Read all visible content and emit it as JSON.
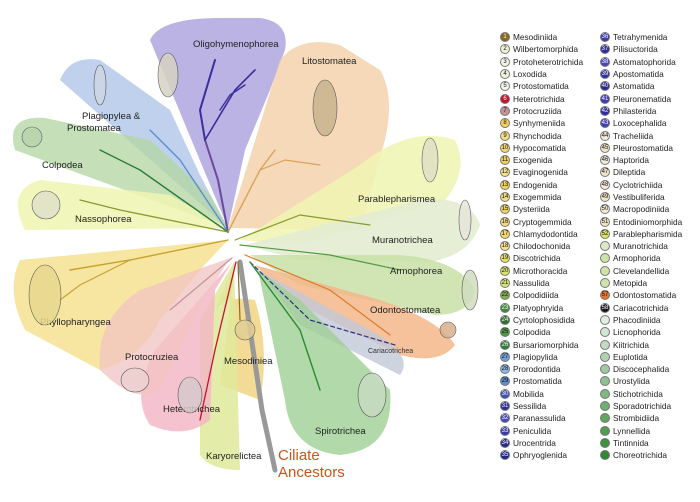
{
  "clades": {
    "oligohymenophorea": "Oligohymenophorea",
    "litostomatea": "Litostomatea",
    "plagiopylea": "Plagiopylea &",
    "prostomatea": "Prostomatea",
    "colpodea": "Colpodea",
    "nassophorea": "Nassophorea",
    "parablepharismea": "Parablepharismea",
    "muranotrichea": "Muranotrichea",
    "armophorea": "Armophorea",
    "odontostomatea": "Odontostomatea",
    "phyllopharyngea": "Phyllopharyngea",
    "protocruziea": "Protocruziea",
    "mesodiniea": "Mesodiniea",
    "cariacotrichea": "Cariacotrichea",
    "heterotrichea": "Heterotrichea",
    "karyorelictea": "Karyorelictea",
    "spirotrichea": "Spirotrichea"
  },
  "ancestors_line1": "Ciliate",
  "ancestors_line2": "Ancestors",
  "legend_left": [
    {
      "n": "1",
      "label": "Mesodiniida",
      "color": "#8a6a1c"
    },
    {
      "n": "2",
      "label": "Wilbertomorphida",
      "color": "#eef3d6"
    },
    {
      "n": "3",
      "label": "Protoheterotrichida",
      "color": "#f2f4e8"
    },
    {
      "n": "4",
      "label": "Loxodida",
      "color": "#eff3dc"
    },
    {
      "n": "5",
      "label": "Protostomatida",
      "color": "#f3f5e6"
    },
    {
      "n": "6",
      "label": "Heterotrichida",
      "color": "#c8102e"
    },
    {
      "n": "7",
      "label": "Protocruziida",
      "color": "#c4939a"
    },
    {
      "n": "8",
      "label": "Synhymeniida",
      "color": "#f1d35a"
    },
    {
      "n": "9",
      "label": "Rhynchodida",
      "color": "#f3dc80"
    },
    {
      "n": "10",
      "label": "Hypocomatida",
      "color": "#f1d86c"
    },
    {
      "n": "11",
      "label": "Exogenida",
      "color": "#eed158"
    },
    {
      "n": "12",
      "label": "Evaginogenida",
      "color": "#f5e28e"
    },
    {
      "n": "13",
      "label": "Endogenida",
      "color": "#efd35e"
    },
    {
      "n": "14",
      "label": "Exogemmida",
      "color": "#f3dc80"
    },
    {
      "n": "15",
      "label": "Dysteriida",
      "color": "#efd35e"
    },
    {
      "n": "16",
      "label": "Cryptogemmida",
      "color": "#f3dc80"
    },
    {
      "n": "17",
      "label": "Chlamydodontida",
      "color": "#f1d86c"
    },
    {
      "n": "18",
      "label": "Chilodochonida",
      "color": "#f5e28e"
    },
    {
      "n": "19",
      "label": "Discotrichida",
      "color": "#e6e06a"
    },
    {
      "n": "20",
      "label": "Microthoracida",
      "color": "#d9e06a"
    },
    {
      "n": "21",
      "label": "Nassulida",
      "color": "#d6e37a"
    },
    {
      "n": "22",
      "label": "Colpodidiida",
      "color": "#7fae52"
    },
    {
      "n": "23",
      "label": "Platyophryida",
      "color": "#3f8a3a"
    },
    {
      "n": "24",
      "label": "Cyrtolophosidida",
      "color": "#2f6f33"
    },
    {
      "n": "25",
      "label": "Colpodida",
      "color": "#4f9a45"
    },
    {
      "n": "26",
      "label": "Bursariomorphida",
      "color": "#2d7a3a"
    },
    {
      "n": "27",
      "label": "Plagiopylida",
      "color": "#6d9fd8"
    },
    {
      "n": "28",
      "label": "Prorodontida",
      "color": "#8fb6e3"
    },
    {
      "n": "29",
      "label": "Prostomatida",
      "color": "#5d8fcf"
    },
    {
      "n": "30",
      "label": "Mobilida",
      "color": "#3d4fb0"
    },
    {
      "n": "31",
      "label": "Sessilida",
      "color": "#2a2f96"
    },
    {
      "n": "32",
      "label": "Paranassulida",
      "color": "#4a4ab8"
    },
    {
      "n": "33",
      "label": "Peniculida",
      "color": "#3a3aa8"
    },
    {
      "n": "34",
      "label": "Urocentrida",
      "color": "#2c2c8a"
    },
    {
      "n": "35",
      "label": "Ophryoglenida",
      "color": "#1f2a88"
    }
  ],
  "legend_right": [
    {
      "n": "36",
      "label": "Tetrahymenida",
      "color": "#3a3ab0"
    },
    {
      "n": "37",
      "label": "Pilisuctorida",
      "color": "#2f2f9c"
    },
    {
      "n": "38",
      "label": "Astomatophorida",
      "color": "#4545bb"
    },
    {
      "n": "39",
      "label": "Apostomatida",
      "color": "#3333a5"
    },
    {
      "n": "40",
      "label": "Astomatida",
      "color": "#2a2a92"
    },
    {
      "n": "41",
      "label": "Pleuronematida",
      "color": "#3b3bb3"
    },
    {
      "n": "42",
      "label": "Philasterida",
      "color": "#2c2c9e"
    },
    {
      "n": "43",
      "label": "Loxocephalida",
      "color": "#4040b6"
    },
    {
      "n": "44",
      "label": "Tracheliida",
      "color": "#f6ead6"
    },
    {
      "n": "45",
      "label": "Pleurostomatida",
      "color": "#f3e3c6"
    },
    {
      "n": "46",
      "label": "Haptorida",
      "color": "#f6ead6"
    },
    {
      "n": "47",
      "label": "Dileptida",
      "color": "#f3e3c6"
    },
    {
      "n": "48",
      "label": "Cyclotrichiida",
      "color": "#f6ead6"
    },
    {
      "n": "49",
      "label": "Vestibuliferida",
      "color": "#f3e3c6"
    },
    {
      "n": "50",
      "label": "Macropodiniida",
      "color": "#f6ead6"
    },
    {
      "n": "51",
      "label": "Entodiniomorphida",
      "color": "#f3e3c6"
    },
    {
      "n": "52",
      "label": "Parablepharismida",
      "color": "#dfe36a"
    },
    {
      "n": "",
      "label": "Muranotrichida",
      "color": "#dfe8c6"
    },
    {
      "n": "",
      "label": "Armophorida",
      "color": "#cfe3a6"
    },
    {
      "n": "",
      "label": "Clevelandellida",
      "color": "#cfe3a6"
    },
    {
      "n": "",
      "label": "Metopida",
      "color": "#cfe3a6"
    },
    {
      "n": "57",
      "label": "Odontostomatida",
      "color": "#e8742a"
    },
    {
      "n": "58",
      "label": "Cariacotrichida",
      "color": "#1a1a1a"
    },
    {
      "n": "",
      "label": "Phacodiniida",
      "color": "#dfeedd"
    },
    {
      "n": "",
      "label": "Licnophorida",
      "color": "#cfe6cf"
    },
    {
      "n": "",
      "label": "Kiitrichida",
      "color": "#bfdcbf"
    },
    {
      "n": "",
      "label": "Euplotida",
      "color": "#afd3af"
    },
    {
      "n": "",
      "label": "Discocephalida",
      "color": "#9fca9f"
    },
    {
      "n": "",
      "label": "Urostylida",
      "color": "#8fc18f"
    },
    {
      "n": "",
      "label": "Stichotrichida",
      "color": "#7fb87f"
    },
    {
      "n": "",
      "label": "Sporadotrichida",
      "color": "#6faf6f"
    },
    {
      "n": "",
      "label": "Strombidiida",
      "color": "#5fa65f"
    },
    {
      "n": "",
      "label": "Lynnellida",
      "color": "#4f9d4f"
    },
    {
      "n": "",
      "label": "Tintinnida",
      "color": "#3f943f"
    },
    {
      "n": "",
      "label": "Choreotrichida",
      "color": "#2f8b2f"
    }
  ]
}
